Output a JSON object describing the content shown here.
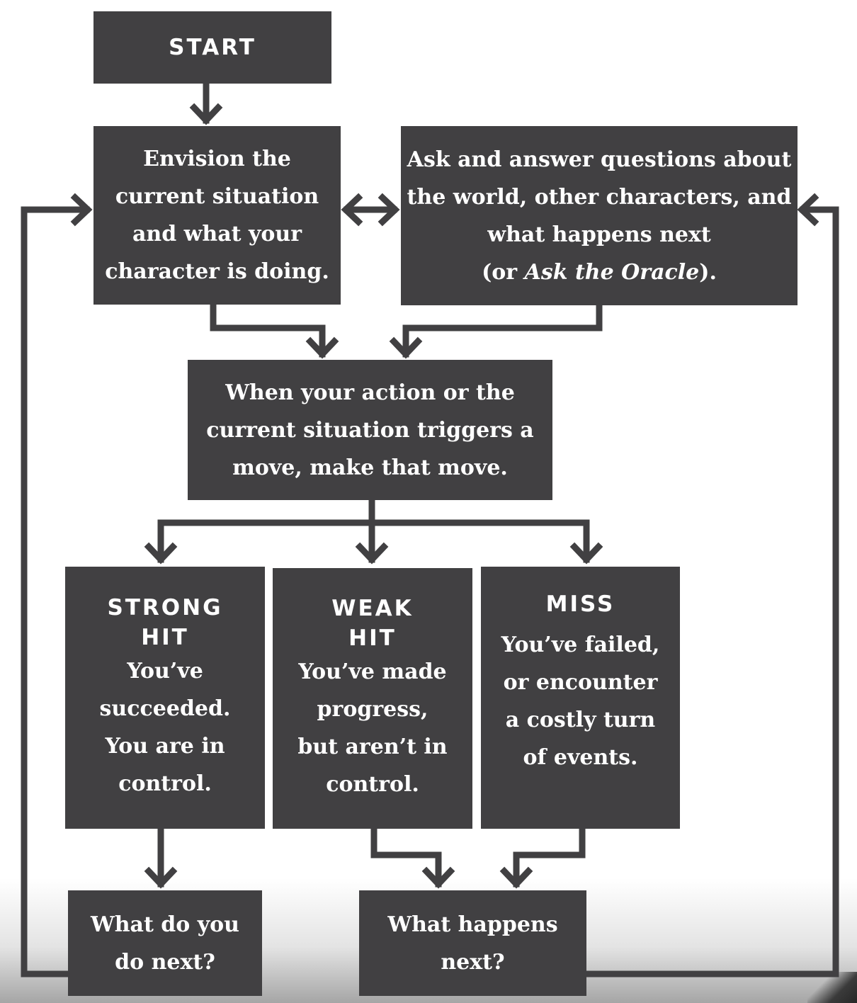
{
  "nodes": {
    "start": {
      "label": "START"
    },
    "envision": {
      "text": "Envision the\ncurrent situation\nand what your\ncharacter is doing."
    },
    "ask": {
      "text": "Ask and answer questions about\nthe world, other characters, and\nwhat happens next",
      "alt_prefix": "(or ",
      "alt_italic": "Ask the Oracle",
      "alt_suffix": ")."
    },
    "move": {
      "text": "When your action or the\ncurrent situation triggers a\nmove, make that move."
    },
    "strong_hit": {
      "heading": "STRONG\nHIT",
      "text": "You’ve\nsucceeded.\nYou are in\ncontrol."
    },
    "weak_hit": {
      "heading": "WEAK\nHIT",
      "text": "You’ve made\nprogress,\nbut aren’t in\ncontrol."
    },
    "miss": {
      "heading": "MISS",
      "text": "You’ve failed,\nor encounter\na costly turn\nof events."
    },
    "what_next_you": {
      "text": "What do you\ndo next?"
    },
    "what_happens": {
      "text": "What happens\nnext?"
    }
  },
  "colors": {
    "box_fill": "#414042",
    "text": "#ffffff",
    "connector": "#414042"
  }
}
